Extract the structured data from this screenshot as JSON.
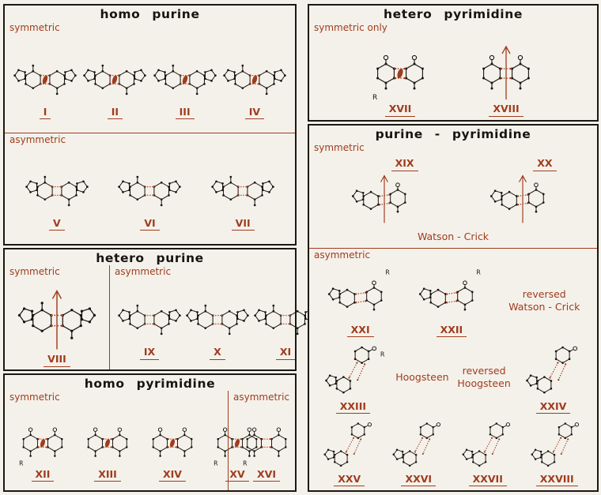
{
  "palette": {
    "accent": "#a03c1e",
    "ink": "#171310",
    "paper": "#f4f1ea"
  },
  "panels": [
    {
      "title": "homo purine",
      "arrangement": "rows",
      "sections": [
        {
          "label": "symmetric",
          "rows": [
            {
              "items": [
                {
                  "t": "s",
                  "num": "I",
                  "kind": "pupu",
                  "sym": "oval"
                },
                {
                  "t": "s",
                  "num": "II",
                  "kind": "pupu",
                  "sym": "oval"
                },
                {
                  "t": "s",
                  "num": "III",
                  "kind": "pupu",
                  "sym": "oval"
                },
                {
                  "t": "s",
                  "num": "IV",
                  "kind": "pupu",
                  "sym": "oval"
                }
              ]
            }
          ]
        },
        {
          "label": "asymmetric",
          "rows": [
            {
              "items": [
                {
                  "t": "s",
                  "num": "V",
                  "kind": "pupu",
                  "sym": "none"
                },
                {
                  "t": "s",
                  "num": "VI",
                  "kind": "pupu",
                  "sym": "none"
                },
                {
                  "t": "s",
                  "num": "VII",
                  "kind": "pupu",
                  "sym": "none"
                }
              ]
            }
          ]
        }
      ]
    },
    {
      "title": "hetero purine",
      "arrangement": "columns",
      "sections": [
        {
          "label": "symmetric",
          "flex": "0 0 126px",
          "rows": [
            {
              "items": [
                {
                  "t": "s",
                  "num": "VIII",
                  "kind": "pupu",
                  "sym": "arrow"
                }
              ]
            }
          ]
        },
        {
          "label": "asymmetric",
          "flex": "1 1 auto",
          "rows": [
            {
              "items": [
                {
                  "t": "s",
                  "num": "IX",
                  "kind": "pupu",
                  "sym": "none"
                },
                {
                  "t": "s",
                  "num": "X",
                  "kind": "pupu",
                  "sym": "none"
                },
                {
                  "t": "s",
                  "num": "XI",
                  "kind": "pupu",
                  "sym": "none"
                }
              ]
            }
          ]
        }
      ]
    },
    {
      "title": "homo pyrimidine",
      "arrangement": "columns",
      "sections": [
        {
          "label": "symmetric",
          "flex": "1 1 auto",
          "rows": [
            {
              "items": [
                {
                  "t": "s",
                  "num": "XII",
                  "kind": "pypy",
                  "sym": "oval",
                  "r": true
                },
                {
                  "t": "s",
                  "num": "XIII",
                  "kind": "pypy",
                  "sym": "oval"
                },
                {
                  "t": "s",
                  "num": "XIV",
                  "kind": "pypy",
                  "sym": "oval"
                },
                {
                  "t": "s",
                  "num": "XV",
                  "kind": "pypy",
                  "sym": "oval",
                  "r": true
                }
              ]
            }
          ]
        },
        {
          "label": "asymmetric",
          "flex": "0 0 78px",
          "rows": [
            {
              "items": [
                {
                  "t": "s",
                  "num": "XVI",
                  "kind": "pypy",
                  "sym": "none",
                  "r": true
                }
              ]
            }
          ]
        }
      ]
    },
    {
      "title": "hetero pyrimidine",
      "arrangement": "rows",
      "sections": [
        {
          "label": "symmetric only",
          "rows": [
            {
              "class": "spread",
              "items": [
                {
                  "t": "s",
                  "num": "XVII",
                  "kind": "pypy",
                  "sym": "oval",
                  "r": true
                },
                {
                  "t": "s",
                  "num": "XVIII",
                  "kind": "pypy",
                  "sym": "arrow"
                }
              ]
            }
          ]
        }
      ]
    },
    {
      "title": "purine - pyrimidine",
      "arrangement": "rows",
      "sections": [
        {
          "label": "symmetric",
          "rows": [
            {
              "items": [
                {
                  "t": "s",
                  "num": "XIX",
                  "kind": "pupy",
                  "sym": "arrow",
                  "numTop": true
                },
                {
                  "t": "s",
                  "num": "XX",
                  "kind": "pupy",
                  "sym": "arrow",
                  "numTop": true
                }
              ]
            },
            {
              "class": "center",
              "items": [
                {
                  "t": "n",
                  "text": "Watson - Crick"
                }
              ]
            }
          ]
        },
        {
          "label": "asymmetric",
          "rows": [
            {
              "items": [
                {
                  "t": "s",
                  "num": "XXI",
                  "kind": "pupy",
                  "sym": "none",
                  "r": true
                },
                {
                  "t": "s",
                  "num": "XXII",
                  "kind": "pupy",
                  "sym": "none",
                  "r": true
                },
                {
                  "t": "n",
                  "text": "reversed\nWatson - Crick"
                }
              ]
            },
            {
              "items": [
                {
                  "t": "s",
                  "num": "XXIII",
                  "kind": "pupyv",
                  "sym": "none",
                  "r": true
                },
                {
                  "t": "n",
                  "text": "Hoogsteen"
                },
                {
                  "t": "n",
                  "text": "reversed\nHoogsteen"
                },
                {
                  "t": "s",
                  "num": "XXIV",
                  "kind": "pupyv",
                  "sym": "none"
                }
              ]
            },
            {
              "class": "tight",
              "items": [
                {
                  "t": "s",
                  "num": "XXV",
                  "kind": "pupyv",
                  "sym": "none"
                },
                {
                  "t": "s",
                  "num": "XXVI",
                  "kind": "pupyv",
                  "sym": "none"
                },
                {
                  "t": "s",
                  "num": "XXVII",
                  "kind": "pupyv",
                  "sym": "none"
                },
                {
                  "t": "s",
                  "num": "XXVIII",
                  "kind": "pupyv",
                  "sym": "none"
                }
              ]
            }
          ]
        }
      ]
    }
  ]
}
